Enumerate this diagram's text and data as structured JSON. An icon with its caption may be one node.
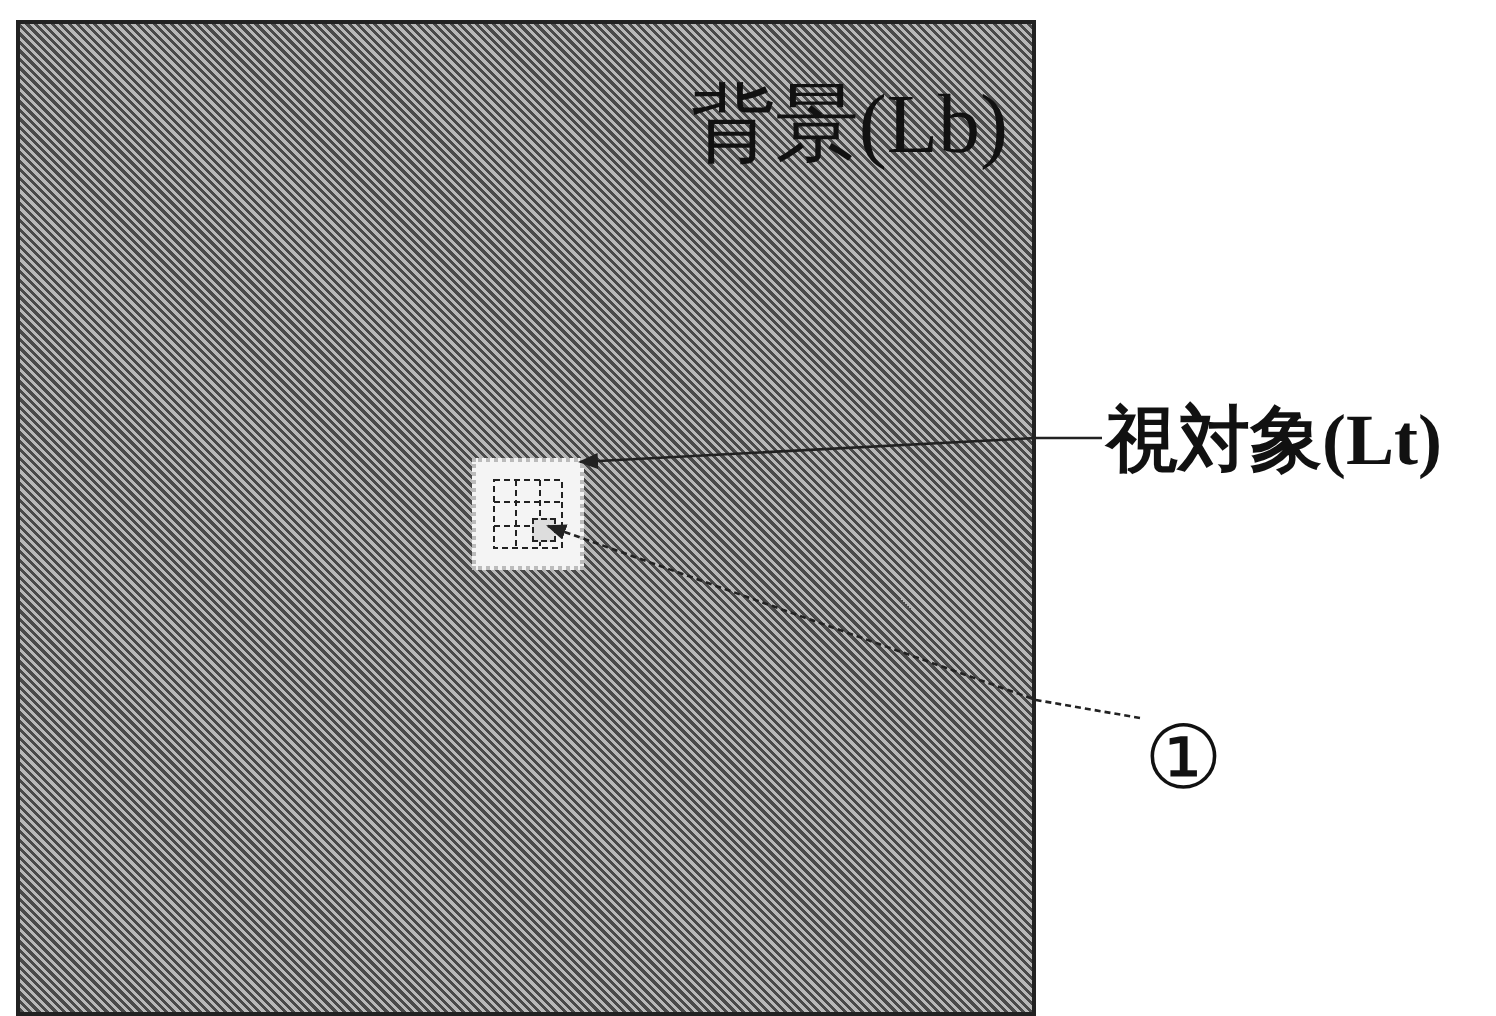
{
  "diagram": {
    "nodes": [
      {
        "text": [
          "背景(Lb)"
        ]
      },
      {
        "text": [],
        "shape": "box",
        "in": 0
      },
      {
        "text": [],
        "shape": "box",
        "in": 1
      },
      {
        "text": [
          "視対象(Lt)"
        ]
      },
      {
        "text": [
          "①"
        ]
      }
    ],
    "edges": [
      {
        "from": 3,
        "to": 1,
        "arrow": "to"
      },
      {
        "from": 4,
        "to": 2,
        "arrow": "to",
        "style": "dashed"
      }
    ]
  }
}
